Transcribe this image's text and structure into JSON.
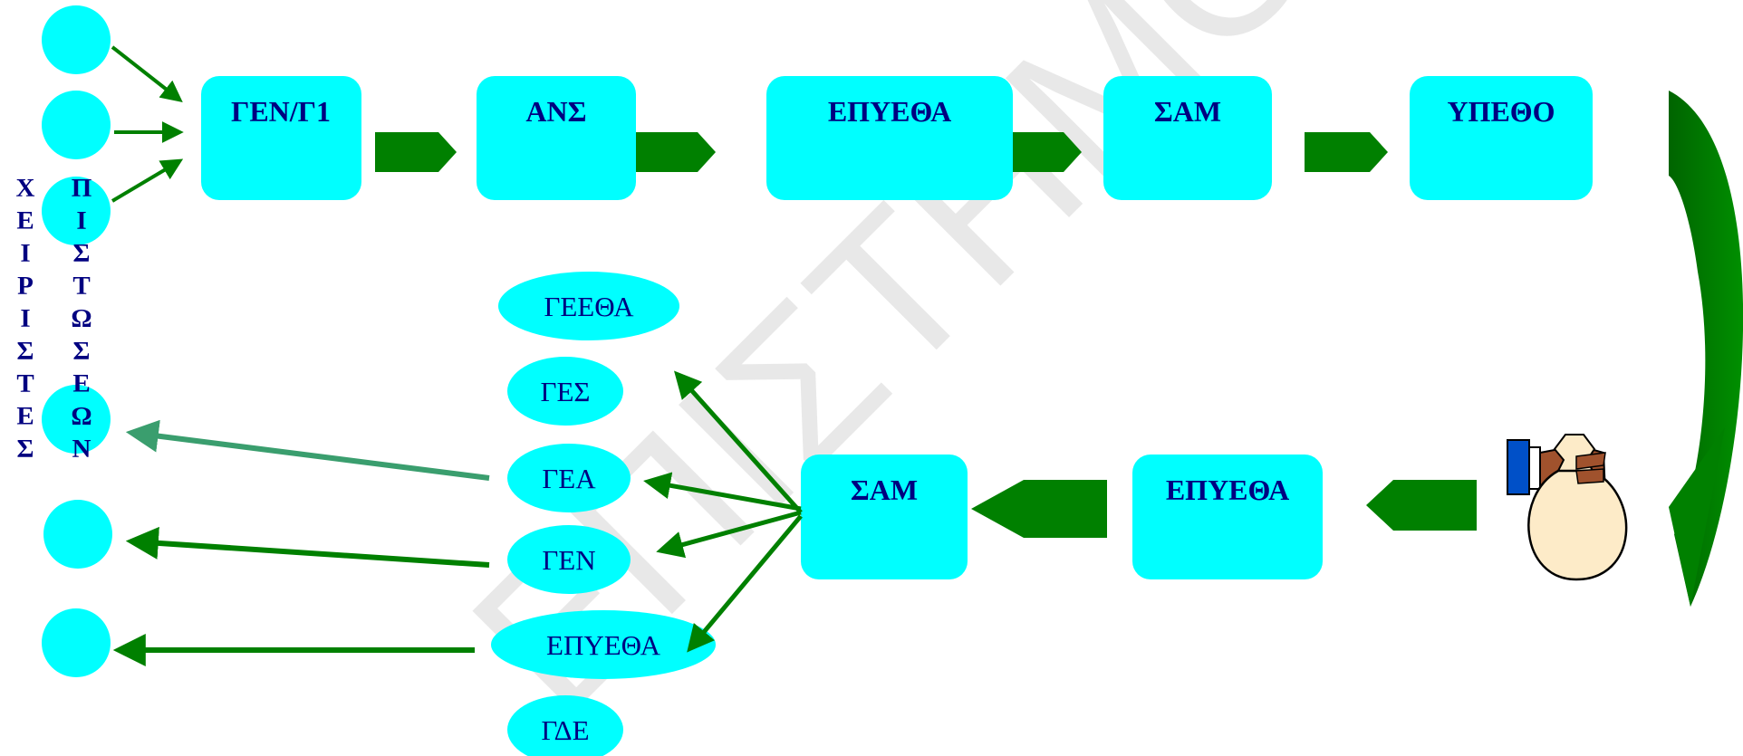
{
  "top_row": {
    "boxes": [
      "ΓΕΝ/Γ1",
      "ΑΝΣ",
      "ΕΠΥΕΘΑ",
      "ΣΑΜ",
      "ΥΠΕΘΟ"
    ]
  },
  "bottom_row": {
    "boxes": [
      "ΣΑΜ",
      "ΕΠΥΕΘΑ"
    ]
  },
  "ellipses": [
    "ΓΕΕΘΑ",
    "ΓΕΣ",
    "ΓΕΑ",
    "ΓΕΝ",
    "ΕΠΥΕΘΑ",
    "ΓΔΕ"
  ],
  "vertical_labels": {
    "left": "ΧΕΙΡΙΣΤΕΣ",
    "right": "ΠΙΣΤΩΣΕΩΝ"
  },
  "watermark": "ΕΠΙΣΤΗΜΟ",
  "colors": {
    "box_fill": "#00FFFF",
    "arrow_green": "#008000",
    "arrow_dark_green": "#006400",
    "arrow_teal": "#3A9E6E",
    "label_navy": "#000080"
  },
  "icons": {
    "money_bag": "hand-holding-money-bag-icon"
  }
}
